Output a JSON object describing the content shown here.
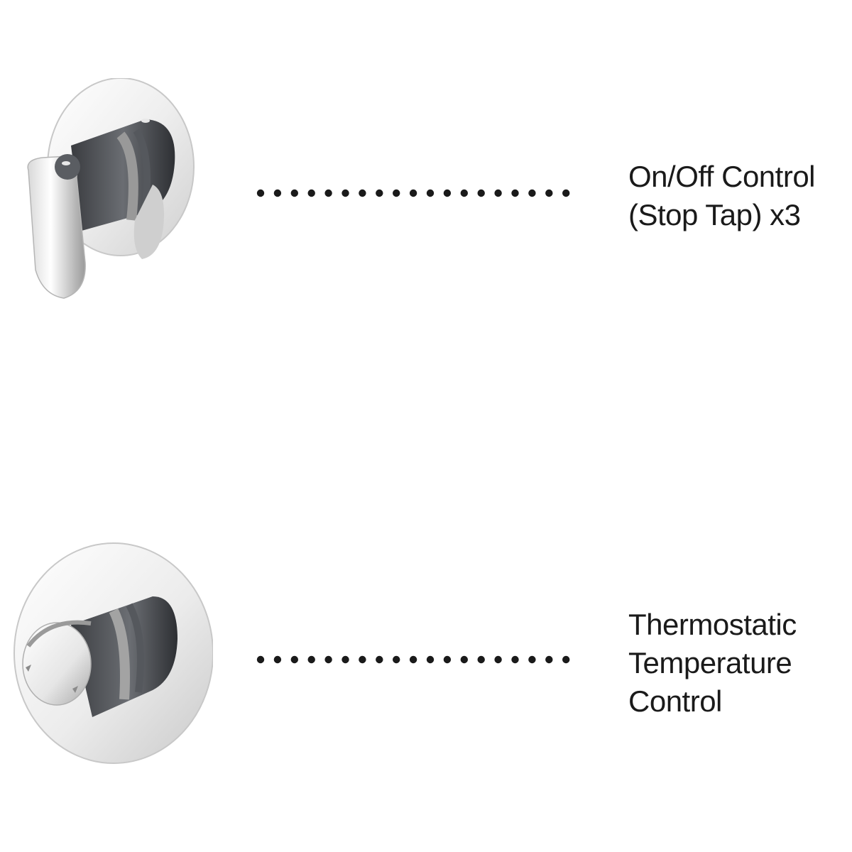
{
  "items": [
    {
      "icon": "lever-valve-icon",
      "label_lines": [
        "On/Off Control",
        "(Stop Tap) x3"
      ]
    },
    {
      "icon": "thermostatic-valve-icon",
      "label_lines": [
        "Thermostatic",
        "Temperature",
        "Control"
      ]
    }
  ],
  "colors": {
    "text": "#1a1a1a",
    "dots": "#1a1a1a",
    "chrome_light": "#f2f2f2",
    "chrome_dark": "#4a4d52"
  }
}
